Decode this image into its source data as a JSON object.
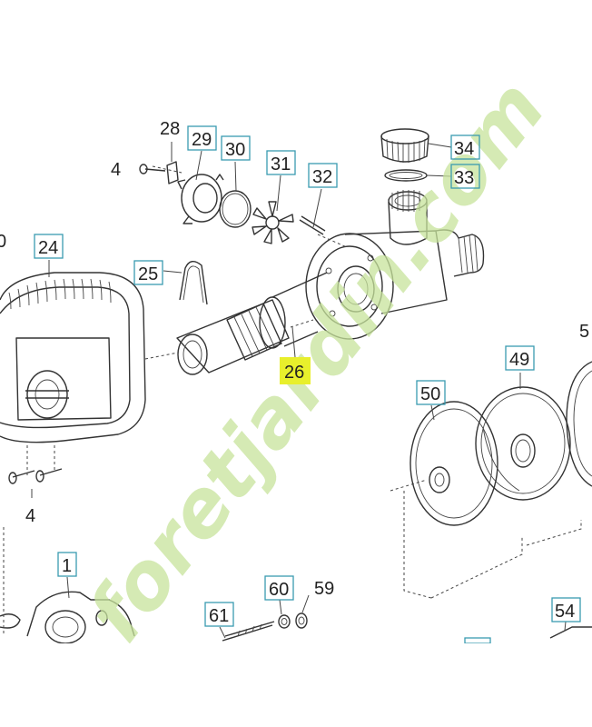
{
  "watermark": {
    "text": "foretjardin.com",
    "colors": {
      "green": "#c7e39b",
      "orange": "#f5c896",
      "tan": "#d6b894"
    }
  },
  "highlight_color": "#e8ef2c",
  "callouts": {
    "c4a": "4",
    "c4b": "4",
    "c28": "28",
    "c29": "29",
    "c30": "30",
    "c31": "31",
    "c32": "32",
    "c34": "34",
    "c33": "33",
    "c24": "24",
    "c25": "25",
    "c26": "26",
    "c49": "49",
    "c50": "50",
    "c1": "1",
    "c60": "60",
    "c59": "59",
    "c61": "61",
    "c54": "54",
    "c5x": "5",
    "c0": "0"
  }
}
